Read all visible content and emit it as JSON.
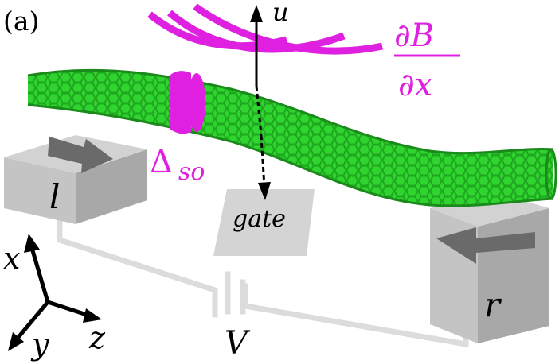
{
  "panel_label": "(a)",
  "labels": {
    "u": "u",
    "dB": "∂B",
    "dx": "∂x",
    "delta": "Δ",
    "delta_sub": "so",
    "l": "l",
    "gate": "gate",
    "r": "r",
    "V": "V",
    "axis_x": "x",
    "axis_y": "y",
    "axis_z": "z"
  },
  "colors": {
    "magenta": "#e020e0",
    "nanotube": "#2fd42f",
    "nanotube_dark": "#1a8a1a",
    "box": "#c4c4c4",
    "box_dark": "#a8a8a8",
    "spin_arrow": "#6a6a6a",
    "circuit": "#dcdcdc",
    "gate_pad": "#d4d4d4"
  },
  "icons": {
    "spin_left": "magnetization-arrow",
    "spin_right": "magnetization-arrow",
    "so_ring": "spin-orbit-ring",
    "field_arcs": "field-gradient-arcs"
  }
}
